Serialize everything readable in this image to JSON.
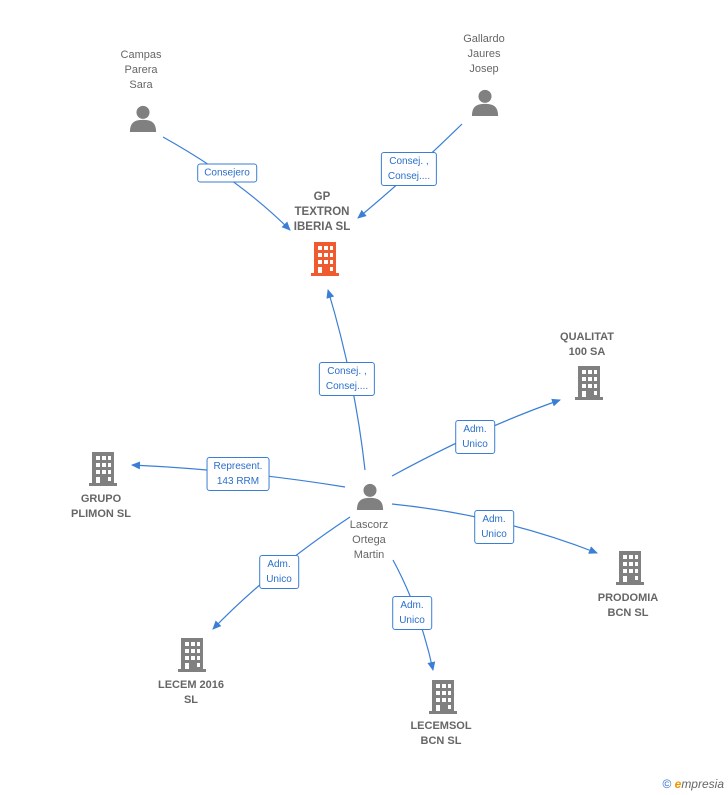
{
  "colors": {
    "edge": "#3a7fd5",
    "node": "#808080",
    "focus": "#ef5b2e"
  },
  "nodes": {
    "campas": {
      "label": "Campas\nParera\nSara",
      "icon": "person-icon"
    },
    "gallardo": {
      "label": "Gallardo\nJaures\nJosep",
      "icon": "person-icon"
    },
    "gp": {
      "label": "GP\nTEXTRON\nIBERIA  SL",
      "icon": "building-icon"
    },
    "qualitat": {
      "label": "QUALITAT\n100 SA",
      "icon": "building-icon"
    },
    "grupo": {
      "label": "GRUPO\nPLIMON SL",
      "icon": "building-icon"
    },
    "lascorz": {
      "label": "Lascorz\nOrtega\nMartin",
      "icon": "person-icon"
    },
    "prodomia": {
      "label": "PRODOMIA\nBCN SL",
      "icon": "building-icon"
    },
    "lecem2016": {
      "label": "LECEM 2016\nSL",
      "icon": "building-icon"
    },
    "lecemsol": {
      "label": "LECEMSOL\nBCN  SL",
      "icon": "building-icon"
    }
  },
  "edges": {
    "campas_gp": "Consejero",
    "gallardo_gp": "Consej. ,\nConsej....",
    "lascorz_gp": "Consej. ,\nConsej....",
    "lascorz_qualitat": "Adm.\nUnico",
    "lascorz_grupo": "Represent.\n143 RRM",
    "lascorz_prodomia": "Adm.\nUnico",
    "lascorz_lecem2016": "Adm.\nUnico",
    "lascorz_lecemsol": "Adm.\nUnico"
  },
  "footer": {
    "copyright": "©",
    "brand_e": "e",
    "brand": "mpresia"
  }
}
